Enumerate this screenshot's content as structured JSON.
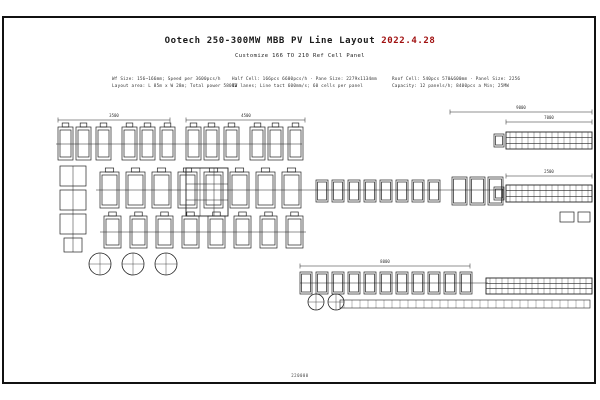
{
  "page": {
    "title": "Ootech 250-300MW MBB PV Line Layout",
    "title_date": "2022.4.28",
    "subtitle": "Customize 166 TO 210 Ref Cell Panel",
    "specs": {
      "left_line1": "Wf Size: 156~166mm; Speed per 3600pcs/h",
      "left_line2": "Layout area: L 85m x W 28m; Total power 580KW",
      "mid_line1": "Half Cell: 166pcs 6600pcs/h  ·  Pane Size: 2279x1134mm",
      "mid_line2": "12 lanes; Line tact 600mm/s; 60 cells per panel",
      "right_line1": "Roof Cell: 540pcs 570&600mm  ·  Panel Size: 2256",
      "right_line2": "Capacity: 12 panels/h; 8400pcs a Min; 25MW"
    },
    "footer_note": "220000"
  },
  "drawing": {
    "dimension_labels": [
      "7000",
      "9000",
      "4500",
      "3500",
      "2500",
      "8000"
    ]
  }
}
